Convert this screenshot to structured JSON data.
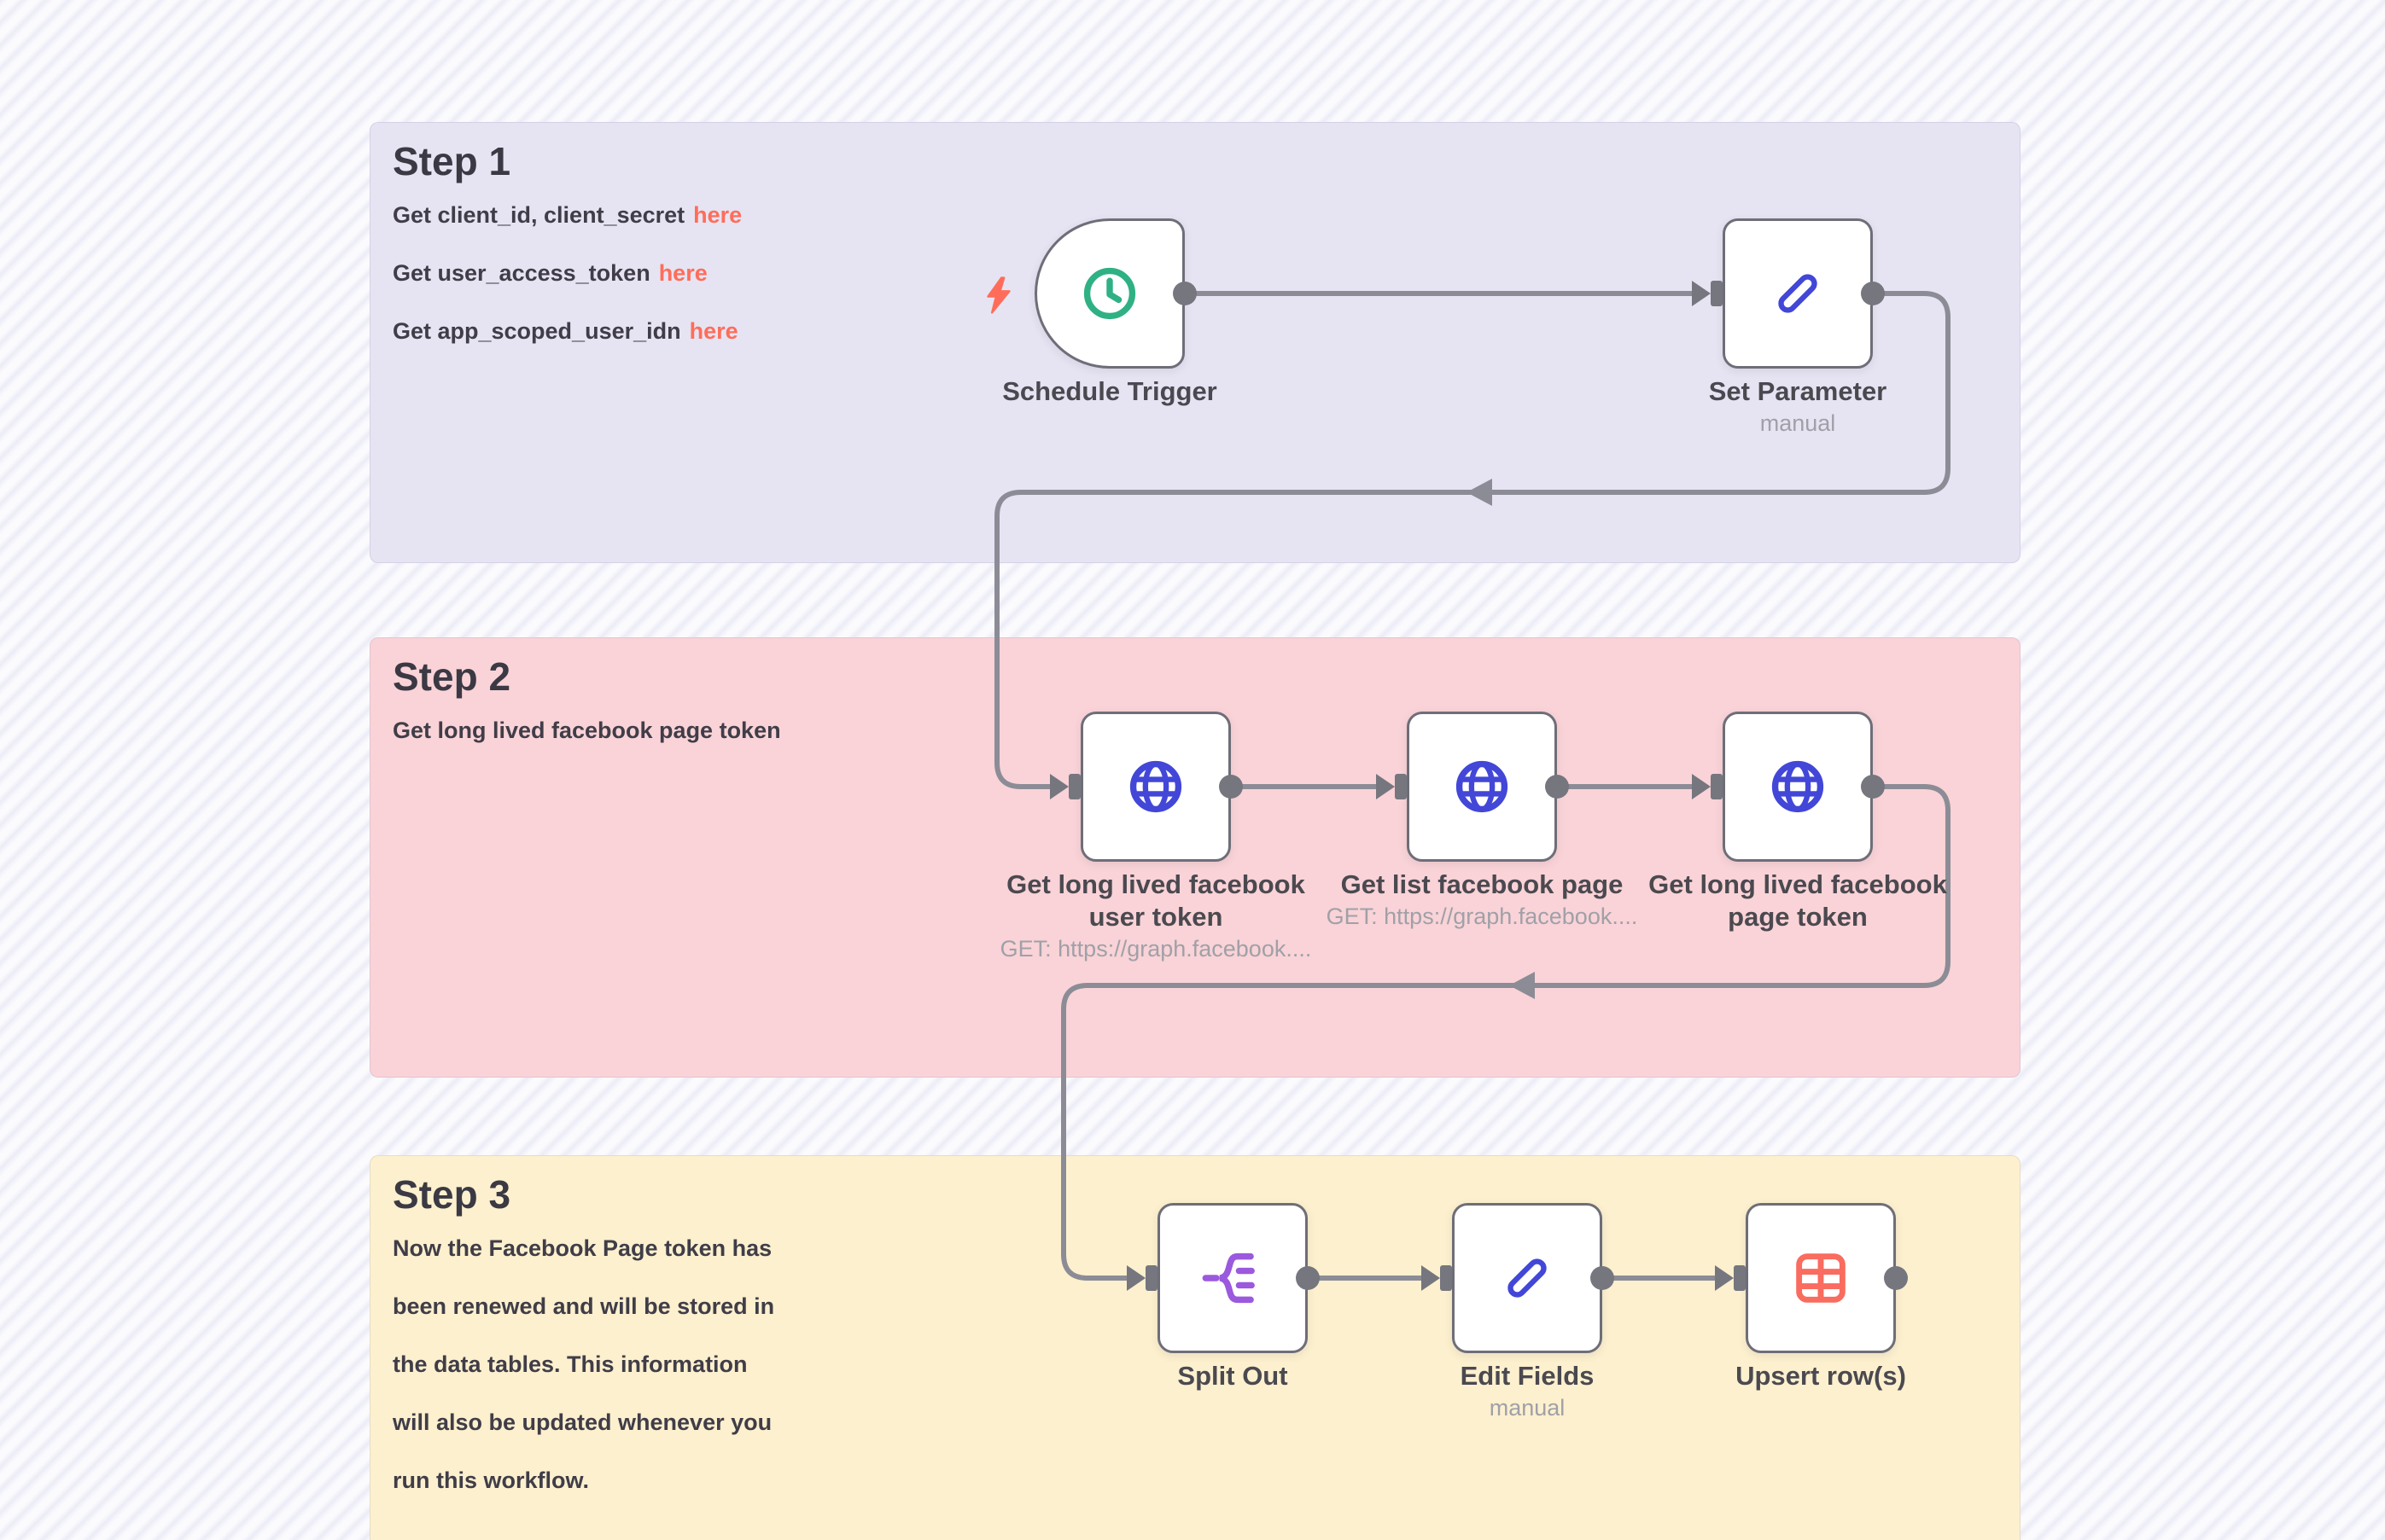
{
  "colors": {
    "background_stripe_light": "#fbfbfe",
    "background_stripe_dark": "#ececf6",
    "sticky_purple": "#e6e4f2",
    "sticky_pink": "#f9d3d7",
    "sticky_yellow": "#fcf0ce",
    "ink_title": "#3b3943",
    "ink_body": "#403d48",
    "link_coral": "#ff6d5a",
    "node_border": "#6e6e78",
    "wire_gray": "#8c8c96",
    "port_gray": "#76767f",
    "label_dark": "#4b4950",
    "label_sub": "#a0a0a8",
    "icon_blue": "#4247d8",
    "icon_green": "#2fb184",
    "icon_purple": "#9b59dd",
    "icon_coral": "#f96c5f"
  },
  "stickies": [
    {
      "title": "Step 1",
      "lines": [
        {
          "text": "Get client_id, client_secret",
          "link": "here"
        },
        {
          "text": "Get user_access_token",
          "link": "here"
        },
        {
          "text": "Get app_scoped_user_idn",
          "link": "here"
        }
      ]
    },
    {
      "title": "Step 2",
      "lines": [
        {
          "text": "Get long lived facebook page token",
          "link": ""
        }
      ]
    },
    {
      "title": "Step 3",
      "lines": [
        {
          "text": "Now the Facebook Page token has",
          "link": ""
        },
        {
          "text": "been renewed and will be stored in",
          "link": ""
        },
        {
          "text": "the data tables. This information",
          "link": ""
        },
        {
          "text": "will also be updated whenever you",
          "link": ""
        },
        {
          "text": "run this workflow.",
          "link": ""
        }
      ]
    }
  ],
  "nodes": [
    {
      "label": "Schedule Trigger",
      "subtitle": ""
    },
    {
      "label": "Set Parameter",
      "subtitle": "manual"
    },
    {
      "label": "Get long lived facebook\nuser token",
      "subtitle": "GET: https://graph.facebook...."
    },
    {
      "label": "Get list facebook page",
      "subtitle": "GET: https://graph.facebook...."
    },
    {
      "label": "Get long lived facebook\npage token",
      "subtitle": ""
    },
    {
      "label": "Split Out",
      "subtitle": ""
    },
    {
      "label": "Edit Fields",
      "subtitle": "manual"
    },
    {
      "label": "Upsert row(s)",
      "subtitle": ""
    }
  ]
}
